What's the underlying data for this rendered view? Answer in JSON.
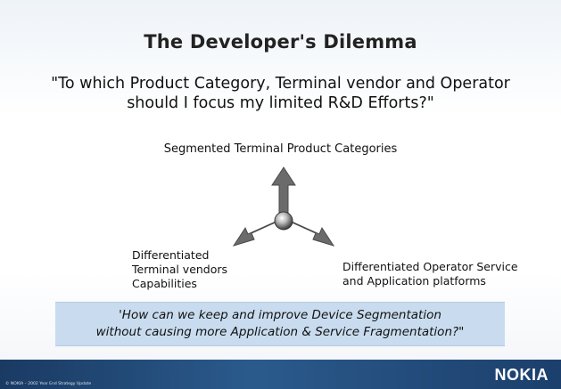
{
  "title": "The Developer's Dilemma",
  "question": "\"To which Product Category, Terminal vendor and Operator should I focus my limited R&D Efforts?\"",
  "diagram": {
    "top_label": "Segmented Terminal Product Categories",
    "left_label": [
      "Differentiated",
      "Terminal vendors",
      "Capabilities"
    ],
    "right_label": [
      "Differentiated Operator Service",
      "and Application platforms"
    ],
    "arrow_color": "#6b6b6b",
    "hub_color": "#9a9a9a"
  },
  "quote": {
    "line1": "'How can we keep and improve Device Segmentation",
    "line2": "without causing more Application & Service Fragmentation?\"",
    "background": "#c9dcef"
  },
  "footer": {
    "copyright": "© NOKIA – 2002 Year End Strategy Update",
    "logo": "NOKIA",
    "color": "#1f4573"
  }
}
